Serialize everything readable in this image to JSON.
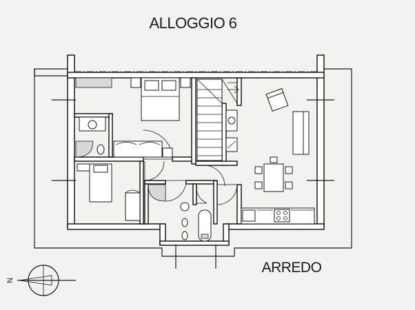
{
  "title": "ALLOGGIO 6",
  "legend_label": "ARREDO",
  "compass": {
    "north_label": "N",
    "icon": "north-arrow-icon"
  },
  "colors": {
    "background": "#f2f2f0",
    "ink": "#1a1a1a",
    "wall_fill": "#ffffff"
  },
  "rooms": [
    {
      "id": "bedroom-master",
      "furniture": [
        "double-bed",
        "nightstands",
        "wardrobe"
      ]
    },
    {
      "id": "bathroom-ensuite",
      "furniture": [
        "sink",
        "toilet",
        "shower"
      ]
    },
    {
      "id": "bedroom-single",
      "furniture": [
        "single-bed",
        "desk",
        "armchair"
      ]
    },
    {
      "id": "hallway",
      "furniture": [
        "staircase"
      ]
    },
    {
      "id": "bathroom-main",
      "furniture": [
        "shower",
        "sink",
        "bidet",
        "toilet",
        "bathtub"
      ]
    },
    {
      "id": "living-room",
      "furniture": [
        "armchair",
        "sofa",
        "dining-table",
        "chairs",
        "kitchen-counter",
        "stove"
      ]
    }
  ]
}
